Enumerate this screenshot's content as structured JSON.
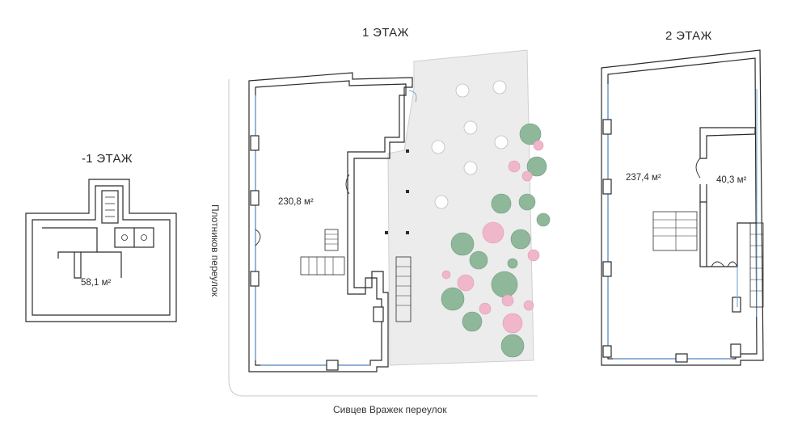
{
  "floors": {
    "basement": {
      "title": "-1 ЭТАЖ",
      "area": "58,1 м²"
    },
    "first": {
      "title": "1 ЭТАЖ",
      "area": "230,8 м²"
    },
    "second": {
      "title": "2 ЭТАЖ",
      "area_main": "237,4 м²",
      "area_room": "40,3 м²"
    }
  },
  "streets": {
    "vertical": "Плотников переулок",
    "horizontal": "Сивцев Вражек переулок"
  },
  "colors": {
    "wall": "#2b2b2b",
    "window": "#7fa9d8",
    "terrace": "#ececec",
    "tree_green": "#8fb89a",
    "tree_pink": "#f0b6c9",
    "street_line": "#c8c8c8"
  }
}
